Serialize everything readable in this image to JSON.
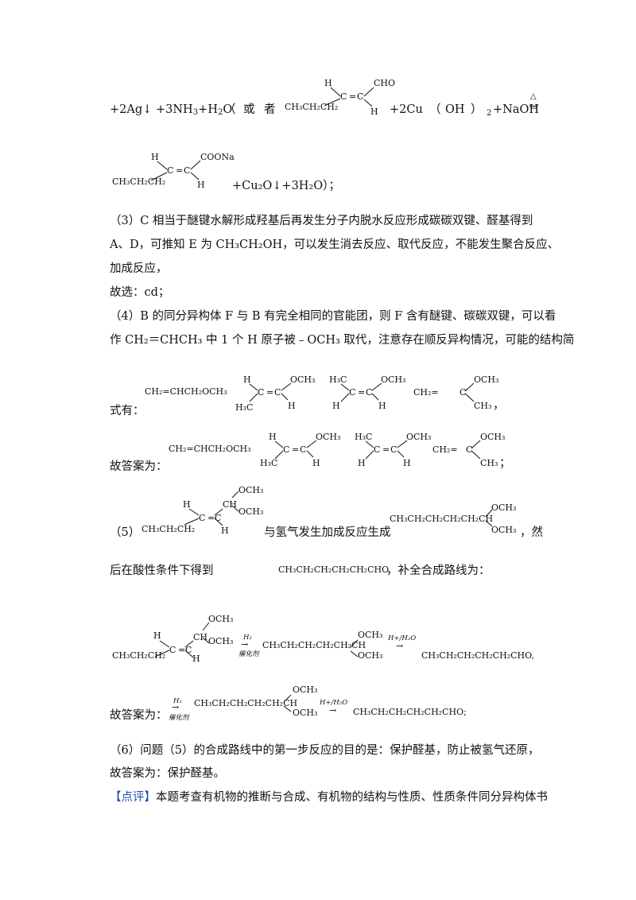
{
  "line_eq_a": {
    "p1": "+2Ag↓",
    "p2": "+3NH",
    "p2_sub": "3",
    "p3": "+H",
    "p3_sub": "2",
    "p4": "O",
    "p5": "（",
    "p6": "或",
    "p7": "者",
    "p8": "+2Cu",
    "p9": "（",
    "p10": "OH",
    "p11": "）",
    "p12_sub": "2",
    "p13": "+NaOH",
    "arrow": "→",
    "delta": "△"
  },
  "line_eq_b": {
    "text": "+Cu₂O↓+3H₂O）；"
  },
  "para3": {
    "l1": "（3）C 相当于醚键水解形成羟基后再发生分子内脱水反应形成碳碳双键、醛基得到",
    "l2": "A、D，可推知 E 为 CH₃CH₂OH，可以发生消去反应、取代反应，不能发生聚合反应、",
    "l3": "加成反应，",
    "l4": "故选：cd；"
  },
  "para4": {
    "l1": "（4）B 的同分异构体 F 与 B 有完全相同的官能团，则 F 含有醚键、碳碳双键，可以看",
    "l2": "作 CH₂＝CHCH₃ 中 1 个 H 原子被﹣OCH₃ 取代，注意存在顺反异构情况，可能的结构简",
    "l3": "式有：",
    "comma": "，",
    "answer": "故答案为：",
    "semi": "；"
  },
  "para5": {
    "lead": "（5）",
    "mid": "与氢气发生加成反应生成",
    "tail": "，然",
    "l2a": "后在酸性条件下得到",
    "l2b": "，补全合成路线为：",
    "answer": "故答案为："
  },
  "para6": {
    "l1": "（6）问题（5）的合成路线中的第一步反应的目的是：保护醛基，防止被氢气还原，",
    "l2": "故答案为：保护醛基。"
  },
  "comment": {
    "tag": "【点评】",
    "text": "本题考查有机物的推断与合成、有机物的结构与性质、性质条件同分异构体书"
  },
  "chem": {
    "H": "H",
    "C": "C",
    "eq": "=",
    "CHO": "CHO",
    "COONa": "COONa",
    "CH3CH2CH2": "CH₃CH₂CH₂",
    "CH3": "CH₃",
    "H3C": "H₃C",
    "OCH3": "OCH₃",
    "CH2": "CH₂",
    "CH2eq": "CH₂=",
    "CH": "CH",
    "allyl": "CH₂=CHCH₂OCH₃",
    "acetal": "CH₃CH₂CH₂CH₂CH₂CH",
    "aldehyde": "CH₃CH₂CH₂CH₂CH₂CHO",
    "aldehyde_comma": "CH₃CH₂CH₂CH₂CH₂CHO,",
    "aldehyde_semi": "CH₃CH₂CH₂CH₂CH₂CHO;",
    "H2": "H₂",
    "catalyst": "催化剂",
    "acid": "H+/H₂O",
    "arrow": "→"
  }
}
